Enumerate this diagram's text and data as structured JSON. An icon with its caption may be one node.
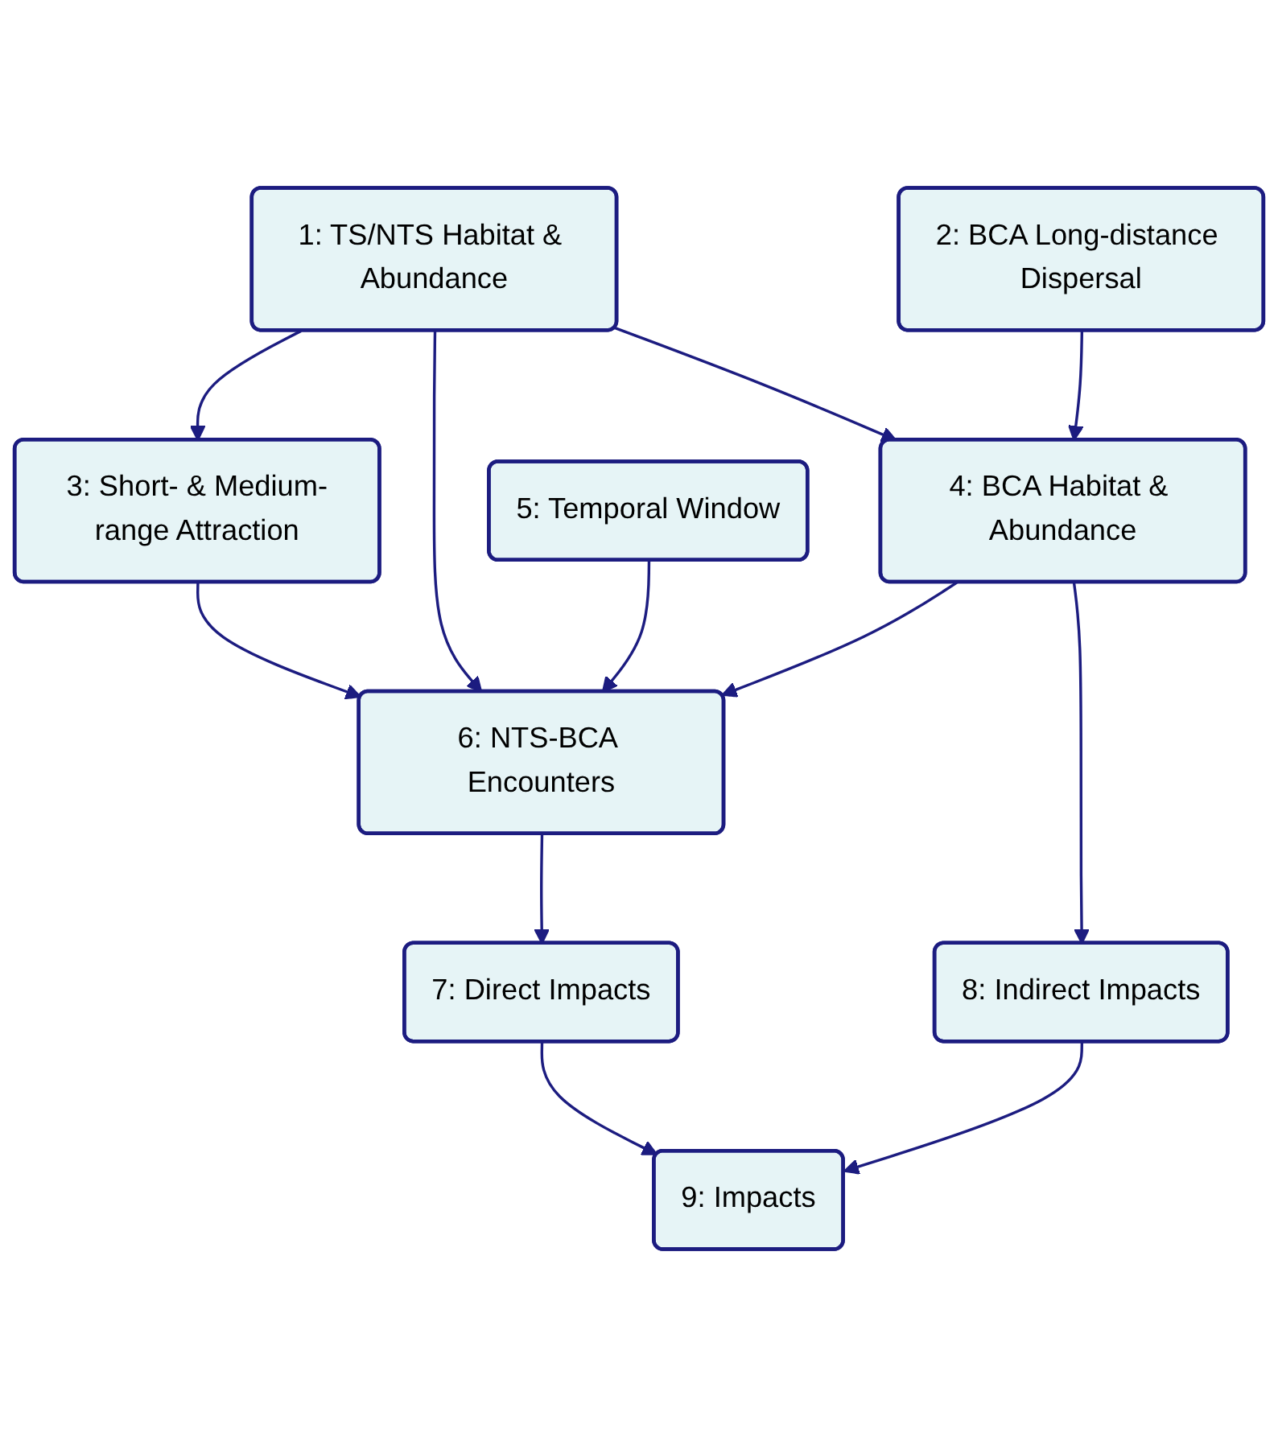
{
  "diagram": {
    "nodes": [
      {
        "text": [
          "1: TS/NTS Habitat & Abundance"
        ]
      },
      {
        "text": [
          "2: BCA Long-distance Dispersal"
        ]
      },
      {
        "text": [
          "3: Short- & Medium-range Attraction"
        ]
      },
      {
        "text": [
          "4: BCA Habitat & Abundance"
        ]
      },
      {
        "text": [
          "5: Temporal Window"
        ]
      },
      {
        "text": [
          "6: NTS-BCA Encounters"
        ]
      },
      {
        "text": [
          "7: Direct Impacts"
        ]
      },
      {
        "text": [
          "8: Indirect Impacts"
        ]
      },
      {
        "text": [
          "9: Impacts"
        ]
      }
    ],
    "edges": [
      {
        "from": 0,
        "to": 2,
        "arrow": "to"
      },
      {
        "from": 0,
        "to": 5,
        "arrow": "to"
      },
      {
        "from": 0,
        "to": 3,
        "arrow": "to"
      },
      {
        "from": 1,
        "to": 3,
        "arrow": "to"
      },
      {
        "from": 2,
        "to": 5,
        "arrow": "to"
      },
      {
        "from": 3,
        "to": 5,
        "arrow": "to"
      },
      {
        "from": 3,
        "to": 7,
        "arrow": "to"
      },
      {
        "from": 4,
        "to": 5,
        "arrow": "to"
      },
      {
        "from": 5,
        "to": 6,
        "arrow": "to"
      },
      {
        "from": 6,
        "to": 8,
        "arrow": "to"
      },
      {
        "from": 7,
        "to": 8,
        "arrow": "to"
      }
    ]
  }
}
